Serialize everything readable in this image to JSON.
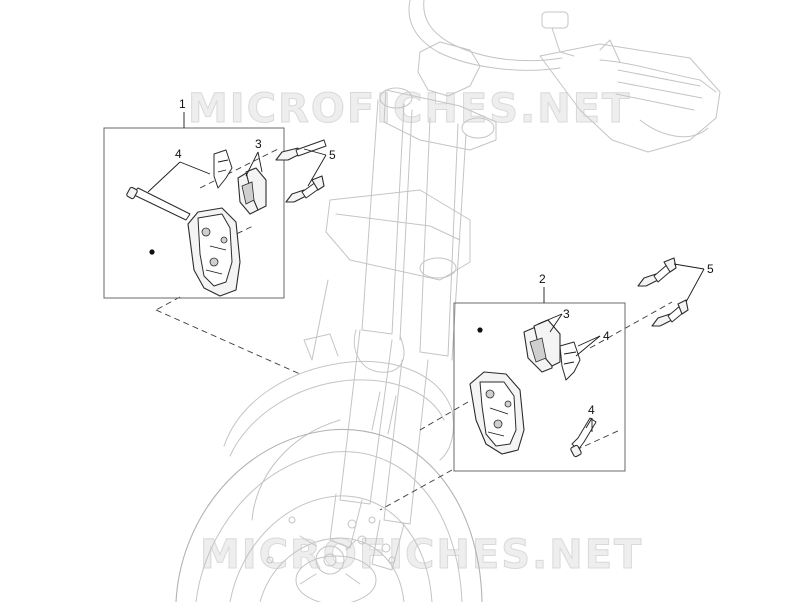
{
  "watermarks": [
    "MICROFICHES.NET",
    "MICROFICHES.NET"
  ],
  "callouts": {
    "kit_left": "1",
    "kit_right": "2",
    "pads_left": "3",
    "pads_right": "3",
    "spring_pin_left": "4",
    "spring_right": "4",
    "pin_right": "4",
    "bolts_left": "5",
    "bolts_right": "5"
  },
  "colors": {
    "background": "#ffffff",
    "ghost_outline": "#c4c4c4",
    "part_outline": "#2c2c2c",
    "watermark": "#d9d9d9"
  }
}
